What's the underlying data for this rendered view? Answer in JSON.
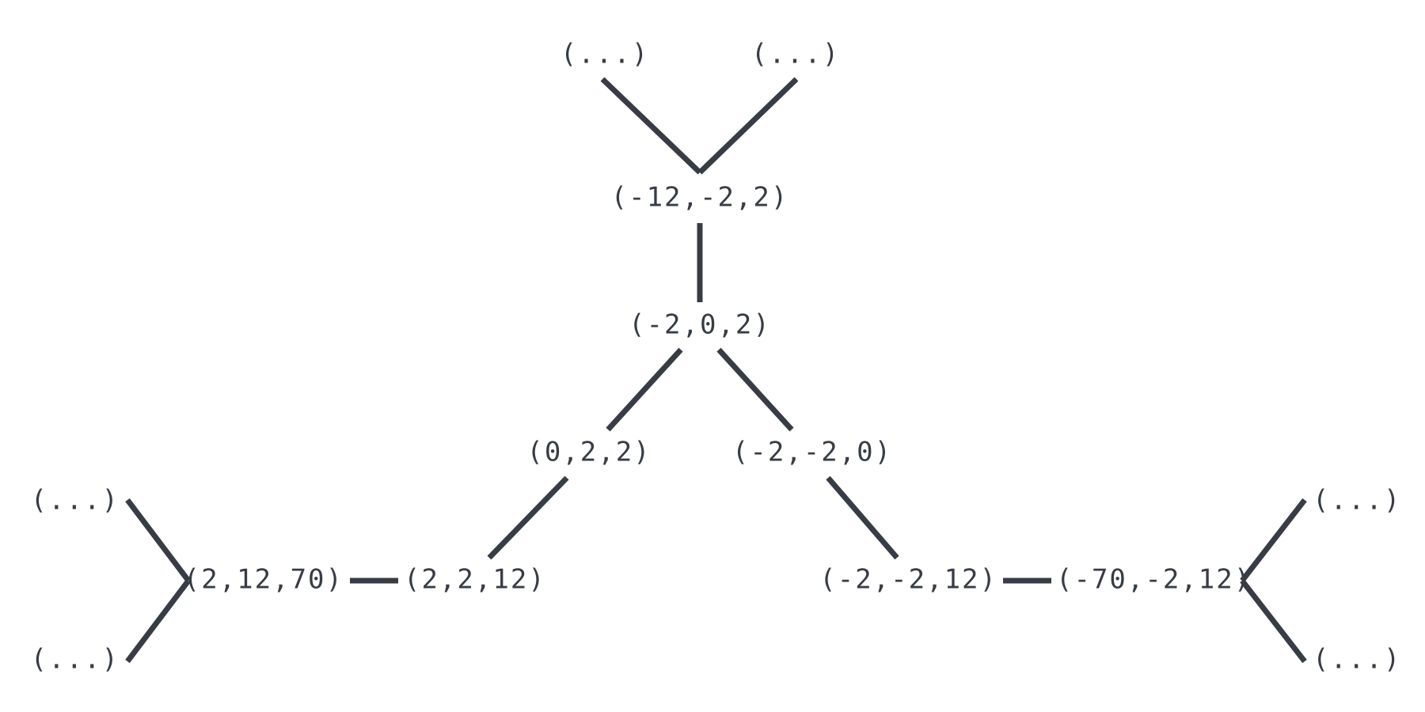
{
  "nodes": {
    "top_left_more": "(...)",
    "top_right_more": "(...)",
    "n_m12_m2_2": "(-12,-2,2)",
    "n_m2_0_2": "(-2,0,2)",
    "n_0_2_2": "(0,2,2)",
    "n_m2_m2_0": "(-2,-2,0)",
    "n_2_2_12": "(2,2,12)",
    "n_2_12_70": "(2,12,70)",
    "n_m2_m2_12": "(-2,-2,12)",
    "n_m70_m2_12": "(-70,-2,12)",
    "left_upper_more": "(...)",
    "left_lower_more": "(...)",
    "right_upper_more": "(...)",
    "right_lower_more": "(...)"
  },
  "edges": [
    [
      "top_left_more",
      "n_m12_m2_2"
    ],
    [
      "top_right_more",
      "n_m12_m2_2"
    ],
    [
      "n_m12_m2_2",
      "n_m2_0_2"
    ],
    [
      "n_m2_0_2",
      "n_0_2_2"
    ],
    [
      "n_m2_0_2",
      "n_m2_m2_0"
    ],
    [
      "n_0_2_2",
      "n_2_2_12"
    ],
    [
      "n_2_2_12",
      "n_2_12_70"
    ],
    [
      "n_2_12_70",
      "left_upper_more"
    ],
    [
      "n_2_12_70",
      "left_lower_more"
    ],
    [
      "n_m2_m2_0",
      "n_m2_m2_12"
    ],
    [
      "n_m2_m2_12",
      "n_m70_m2_12"
    ],
    [
      "n_m70_m2_12",
      "right_upper_more"
    ],
    [
      "n_m70_m2_12",
      "right_lower_more"
    ]
  ],
  "colors": {
    "ink": "#373c45",
    "background": "#ffffff"
  }
}
